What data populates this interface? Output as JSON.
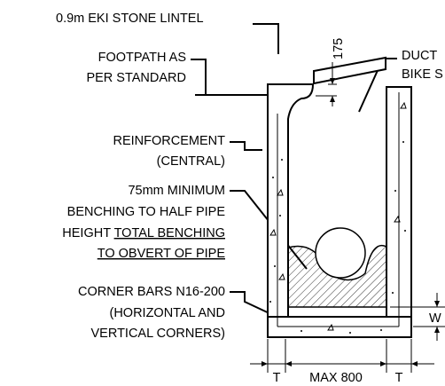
{
  "labels": {
    "lintel": "0.9m EKI STONE LINTEL",
    "footpath_1": "FOOTPATH AS",
    "footpath_2": "PER STANDARD",
    "dimension_175": "175",
    "duct_1": "DUCT",
    "duct_2": "BIKE S",
    "reinforcement_1": "REINFORCEMENT",
    "reinforcement_2": "(CENTRAL)",
    "bench_1": "75mm MINIMUM",
    "bench_2": "BENCHING TO HALF PIPE",
    "bench_3_plain": "HEIGHT ",
    "bench_3_underlined": "TOTAL BENCHING",
    "bench_4": "TO OBVERT OF PIPE",
    "corner_1": "CORNER BARS N16-200",
    "corner_2": "(HORIZONTAL AND",
    "corner_3": "VERTICAL CORNERS)",
    "dim_t_left": "T",
    "dim_max": "MAX 800",
    "dim_t_right": "T",
    "dim_w": "W"
  },
  "colors": {
    "line": "#000000",
    "background": "#ffffff"
  }
}
